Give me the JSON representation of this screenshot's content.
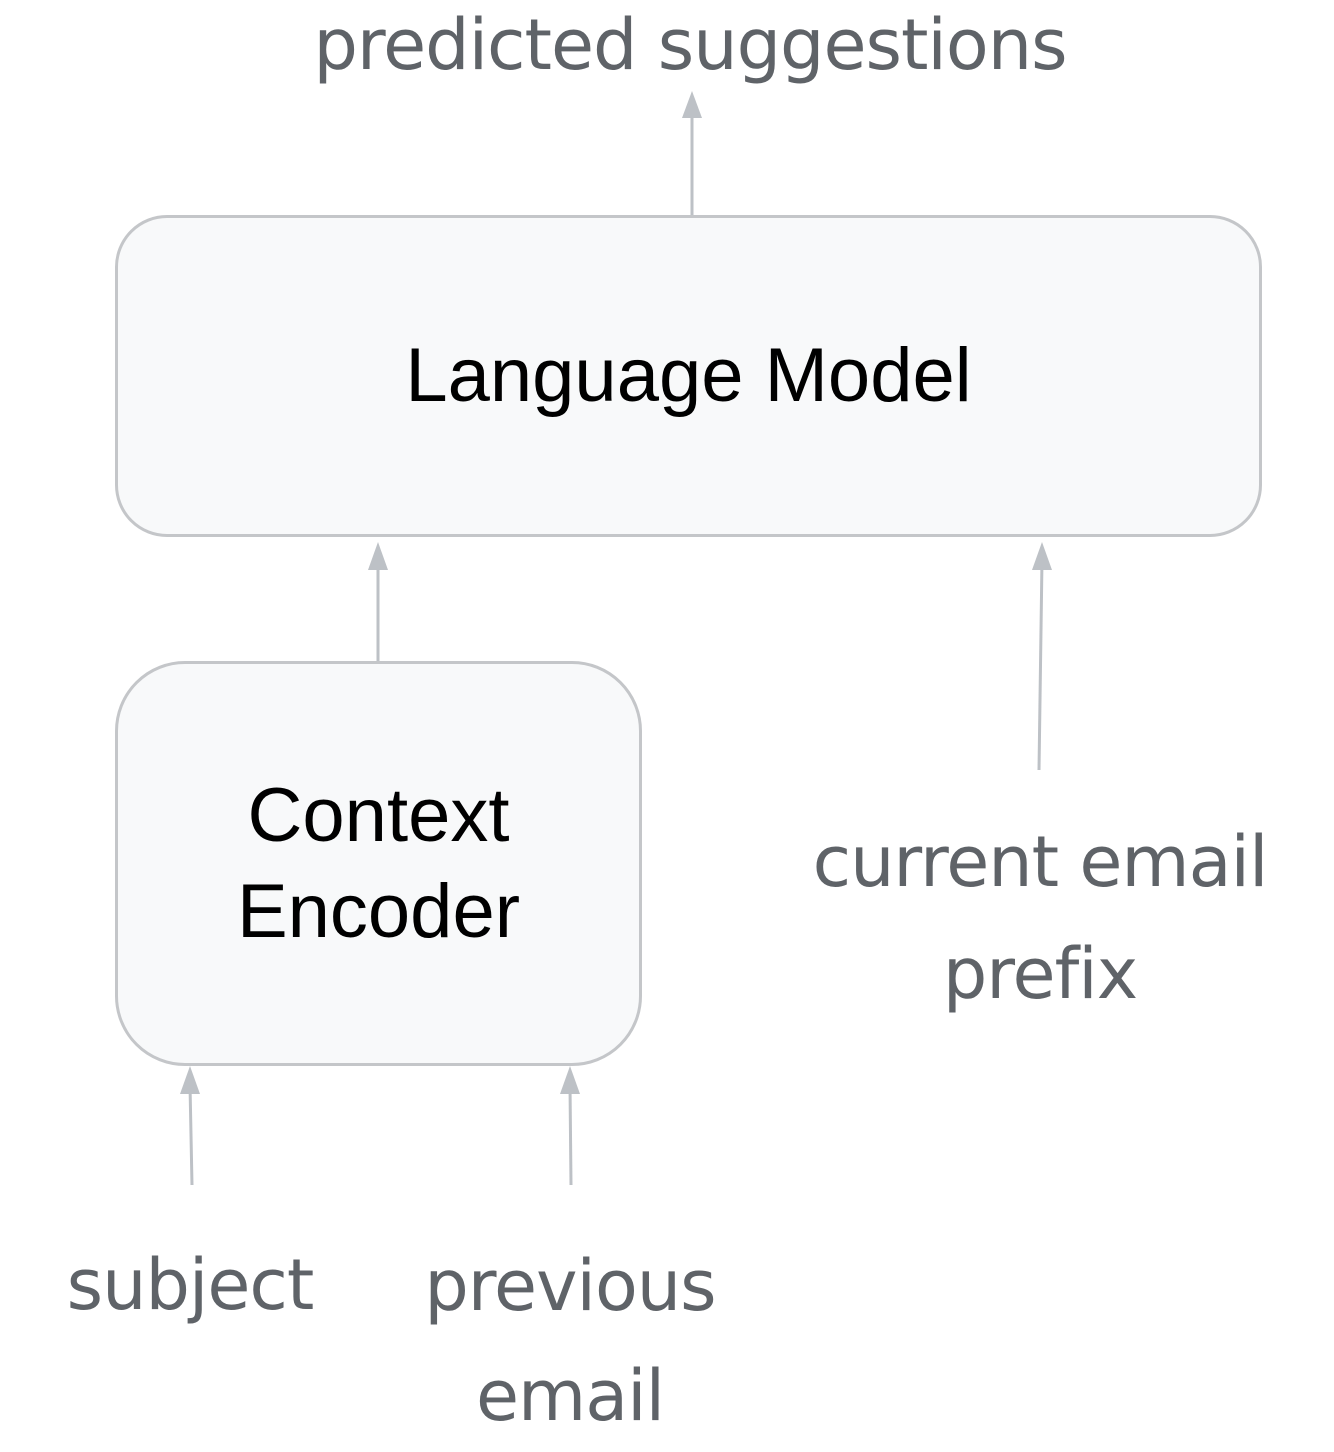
{
  "labels": {
    "predicted_suggestions": "predicted suggestions",
    "current_email_prefix_line1": "current email",
    "current_email_prefix_line2": "prefix",
    "subject": "subject",
    "previous_email_line1": "previous",
    "previous_email_line2": "email"
  },
  "boxes": {
    "language_model": "Language Model",
    "context_encoder_line1": "Context",
    "context_encoder_line2": "Encoder"
  },
  "colors": {
    "box_fill": "#f8f9fa",
    "box_border": "#c4c6c9",
    "arrow": "#bdc1c6",
    "label_text": "#5f6368",
    "box_text": "#000000"
  }
}
